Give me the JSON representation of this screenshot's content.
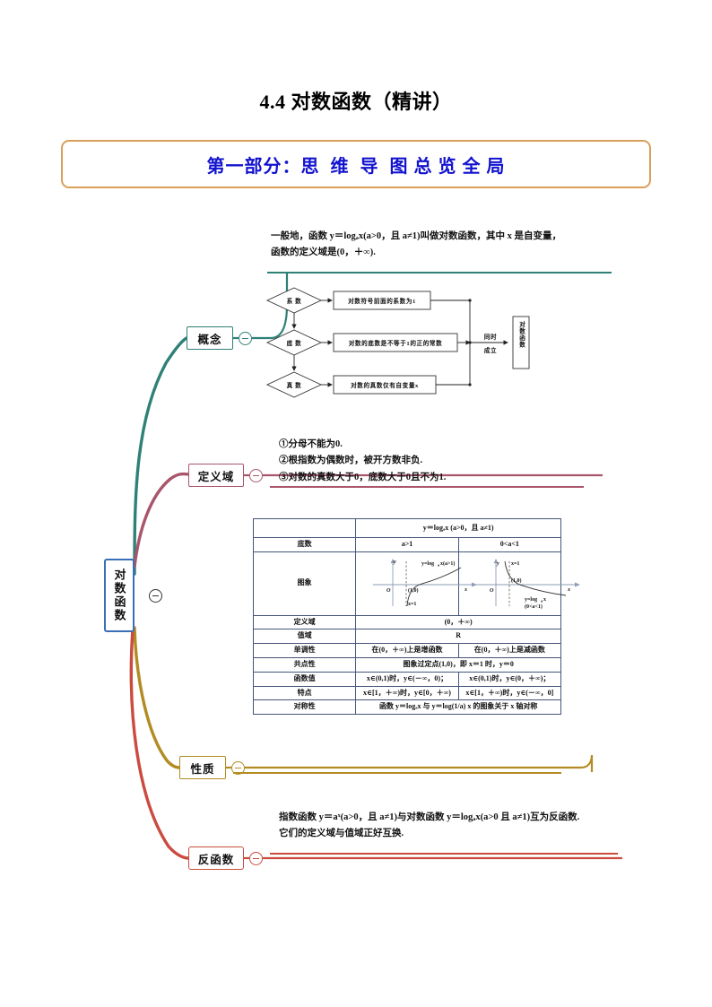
{
  "document": {
    "title": "4.4 对数函数（精讲）",
    "banner": "第一部分：思  维  导  图 总 览 全 局"
  },
  "mindmap": {
    "root": "对数函数",
    "branches": [
      {
        "id": "concept",
        "label": "概念",
        "color": "#2f8076"
      },
      {
        "id": "domain",
        "label": "定义域",
        "color": "#a9556b"
      },
      {
        "id": "property",
        "label": "性质",
        "color": "#b28b22"
      },
      {
        "id": "inverse",
        "label": "反函数",
        "color": "#cb4b3f"
      }
    ],
    "toggle_glyph": "minus"
  },
  "concept": {
    "line1": "一般地，函数 y＝logₐx(a>0，且 a≠1)叫做对数函数，其中 x 是自变量，",
    "line2": "函数的定义域是(0，＋∞).",
    "flow": {
      "diamonds": [
        "系 数",
        "底 数",
        "真 数"
      ],
      "boxes": [
        "对数符号前面的系数为1",
        "对数的底数是不等于1的正的常数",
        "对数的真数仅有自变量x"
      ],
      "middle_label_1": "同时",
      "middle_label_2": "成立",
      "final": "对数函数"
    }
  },
  "domain": {
    "line1": "①分母不能为0.",
    "line2": "②根指数为偶数时，被开方数非负.",
    "line3": "③对数的真数大于0，底数大于0且不为1."
  },
  "inverse": {
    "line1": "指数函数 y＝aˣ(a>0，且 a≠1)与对数函数 y＝logₐx(a>0 且 a≠1)互为反函数.",
    "line2": "它们的定义域与值域正好互换."
  },
  "property_table": {
    "header": "y＝logₐx (a>0，且 a≠1)",
    "rows": [
      {
        "label": "底数",
        "left": "a>1",
        "right": "0<a<1"
      },
      {
        "label": "图象",
        "left": "graph-increasing",
        "right": "graph-decreasing"
      },
      {
        "label": "定义域",
        "span": "(0，＋∞)"
      },
      {
        "label": "值域",
        "span": "R"
      },
      {
        "label": "单调性",
        "left": "在(0，＋∞)上是增函数",
        "right": "在(0，＋∞)上是减函数"
      },
      {
        "label": "共点性",
        "span": "图象过定点(1,0)，即 x＝1 时，y＝0"
      },
      {
        "label": "函数值",
        "label2": "特点",
        "left1": "x∈(0,1)时，y∈(－∞，0)；",
        "left2": "x∈[1，＋∞)时，y∈[0，＋∞)",
        "right1": "x∈(0,1)时，y∈(0，＋∞)；",
        "right2": "x∈[1，＋∞)时，y∈(－∞，0]"
      },
      {
        "label": "对称性",
        "span": "函数 y＝logₐx 与 y＝log(1/a) x 的图象关于 x 轴对称"
      }
    ],
    "graph_left": {
      "curve_label": "y=logₐx(a>1)",
      "asymptote_label": "x=1",
      "point_label": "(1,0)",
      "origin": "O",
      "x_axis": "x",
      "y_axis": "y"
    },
    "graph_right": {
      "curve_label_1": "y=logₐx",
      "curve_label_2": "(0<a<1)",
      "asymptote_label": "x=1",
      "point_label": "(1,0)",
      "origin": "O",
      "x_axis": "x",
      "y_axis": "y"
    }
  }
}
